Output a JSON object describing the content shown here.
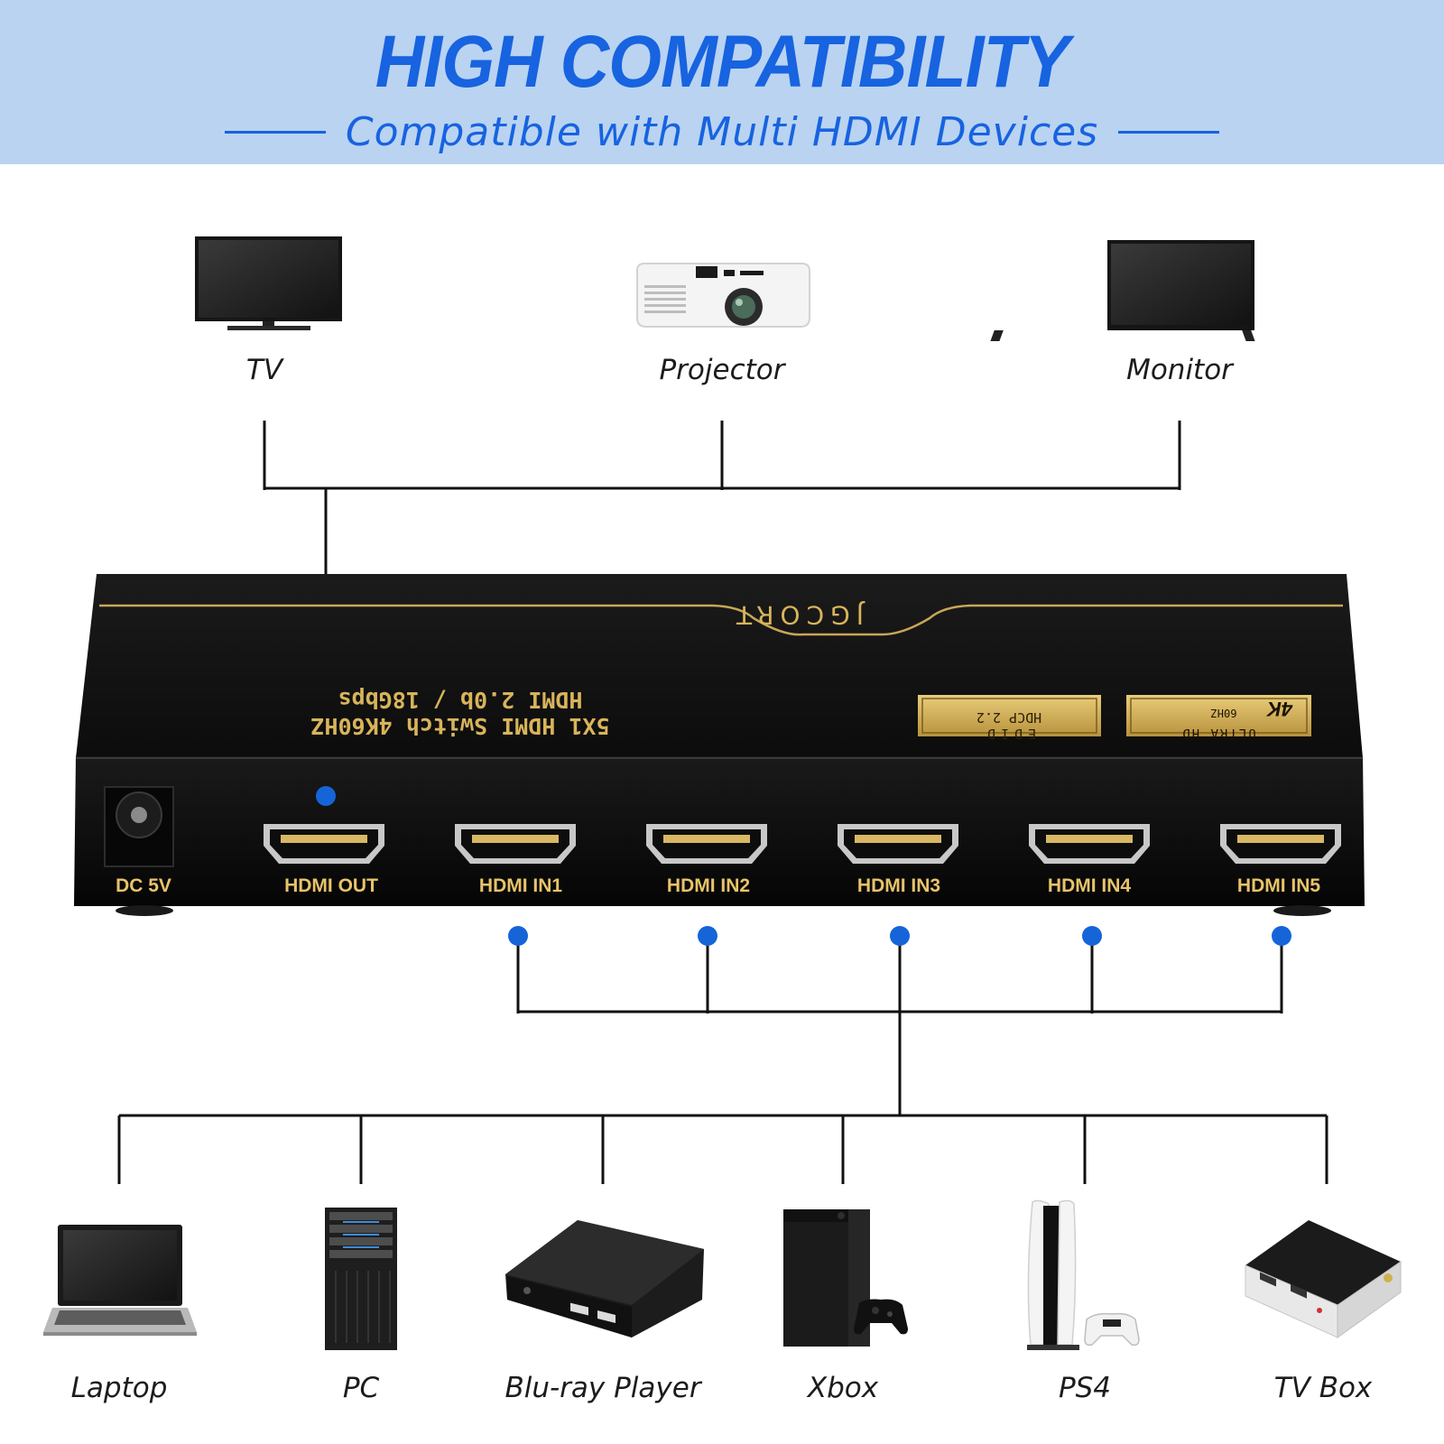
{
  "header": {
    "title": "HIGH COMPATIBILITY",
    "subtitle": "Compatible with Multi HDMI Devices"
  },
  "output_devices": [
    {
      "label": "TV",
      "icon": "tv-icon"
    },
    {
      "label": "Projector",
      "icon": "projector-icon"
    },
    {
      "label": "Monitor",
      "icon": "monitor-icon"
    }
  ],
  "switch": {
    "brand": "JGCORT",
    "model_line1": "5X1 HDMI Switch 4K60HZ",
    "model_line2": "HDMI 2.0b / 18Gbps",
    "badge_hdcp_line1": "HDCP 2.2",
    "badge_hdcp_line2": "EDID",
    "badge_4k_main": "4K",
    "badge_4k_sub": "60HZ",
    "badge_4k_line2": "ULTRA HD",
    "ports": [
      "DC 5V",
      "HDMI OUT",
      "HDMI IN1",
      "HDMI IN2",
      "HDMI IN3",
      "HDMI IN4",
      "HDMI IN5"
    ]
  },
  "input_devices": [
    {
      "label": "Laptop",
      "icon": "laptop-icon"
    },
    {
      "label": "PC",
      "icon": "pc-tower-icon"
    },
    {
      "label": "Blu-ray Player",
      "icon": "blu-ray-player-icon"
    },
    {
      "label": "Xbox",
      "icon": "xbox-icon"
    },
    {
      "label": "PS4",
      "icon": "ps4-icon"
    },
    {
      "label": "TV Box",
      "icon": "tv-box-icon"
    }
  ],
  "colors": {
    "banner": "#b9d3f1",
    "accent_blue": "#1763e0",
    "switch_body": "#111111",
    "gold": "#d8b45a"
  }
}
